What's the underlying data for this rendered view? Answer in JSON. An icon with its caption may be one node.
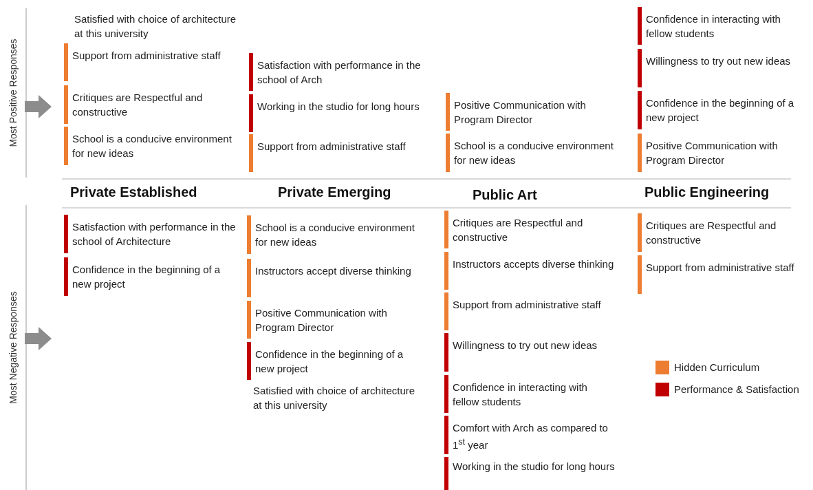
{
  "diagram": {
    "labels": [
      "Most Positive Responses",
      "Satisfied with choice of architecture at this university",
      "Support from administrative staff",
      "Critiques are Respectful and constructive",
      "School is a conducive environment for new ideas",
      "Satisfaction with performance in the school of Arch",
      "Working in the studio for long hours",
      "Support from administrative staff",
      "Positive Communication with Program Director",
      "School is a conducive environment for new ideas",
      "Confidence in interacting with fellow students",
      "Willingness to try out new ideas",
      "Confidence in the beginning of a new project",
      "Positive Communication with Program Director",
      "Private Established",
      "Private Emerging",
      "Public Art",
      "Public Engineering",
      "Most Negative Responses",
      "Satisfaction with performance in the school of Architecture",
      "Confidence in the beginning of a new project",
      "School is a conducive environment for new ideas",
      "Instructors accept diverse thinking",
      "Positive Communication with Program Director",
      "Confidence in the beginning of a new project",
      "Satisfied with choice of architecture at this university",
      "Critiques are Respectful and constructive",
      "Instructors accepts diverse thinking",
      "Support from administrative staff",
      "Willingness to try out new ideas",
      "Confidence in interacting with fellow students",
      "Comfort with Arch as compared to 1$^{st}$ year",
      "Working in the studio for long hours",
      "Critiques are Respectful and constructive",
      "Support from administrative staff"
    ],
    "legend": [
      {
        "text": "Hidden Curriculum",
        "color": "#ed7d31"
      },
      {
        "text": "Performance & Satisfaction",
        "color": "#c00000"
      }
    ]
  }
}
